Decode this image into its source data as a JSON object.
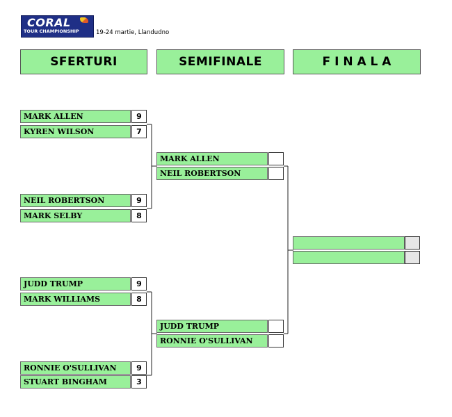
{
  "header": {
    "logo_text": "CORAL",
    "logo_subtitle": "TOUR CHAMPIONSHIP",
    "dates": "19-24 martie, Llandudno",
    "brand_colors": {
      "logo_bg": "#1f2f86",
      "slot_fill": "#99f09a"
    }
  },
  "rounds": {
    "quarter": "SFERTURI",
    "semi": "SEMIFINALE",
    "final": "F I N A L A"
  },
  "quarterfinals": [
    {
      "p1": "MARK ALLEN",
      "s1": "9",
      "p2": "KYREN WILSON",
      "s2": "7"
    },
    {
      "p1": "NEIL ROBERTSON",
      "s1": "9",
      "p2": "MARK SELBY",
      "s2": "8"
    },
    {
      "p1": "JUDD TRUMP",
      "s1": "9",
      "p2": "MARK WILLIAMS",
      "s2": "8"
    },
    {
      "p1": "RONNIE O'SULLIVAN",
      "s1": "9",
      "p2": "STUART BINGHAM",
      "s2": "3"
    }
  ],
  "semifinals": [
    {
      "p1": "MARK ALLEN",
      "s1": "",
      "p2": "NEIL ROBERTSON",
      "s2": ""
    },
    {
      "p1": "JUDD TRUMP",
      "s1": "",
      "p2": "RONNIE O'SULLIVAN",
      "s2": ""
    }
  ],
  "final": {
    "p1": "",
    "s1": "",
    "p2": "",
    "s2": ""
  }
}
